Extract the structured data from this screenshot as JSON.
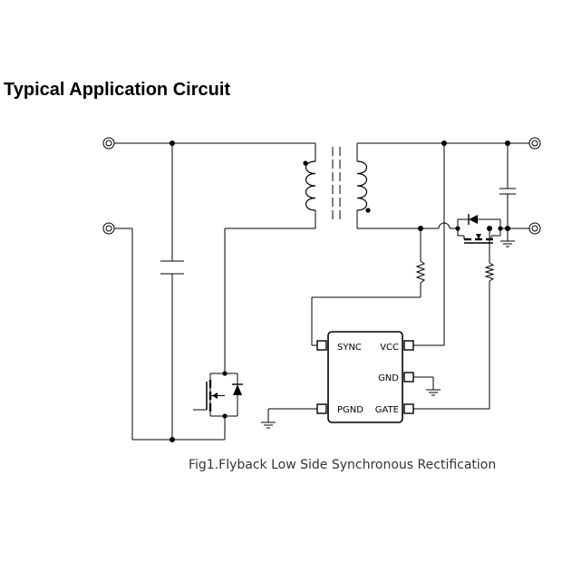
{
  "heading": {
    "title": "Typical Application Circuit"
  },
  "figure": {
    "caption": "Fig1.Flyback Low Side Synchronous Rectification"
  },
  "ic": {
    "pins": {
      "sync": "SYNC",
      "vcc": "VCC",
      "gnd": "GND",
      "pgnd": "PGND",
      "gate": "GATE"
    }
  },
  "colors": {
    "line": "#000000",
    "caption": "#333333",
    "background": "#ffffff"
  }
}
